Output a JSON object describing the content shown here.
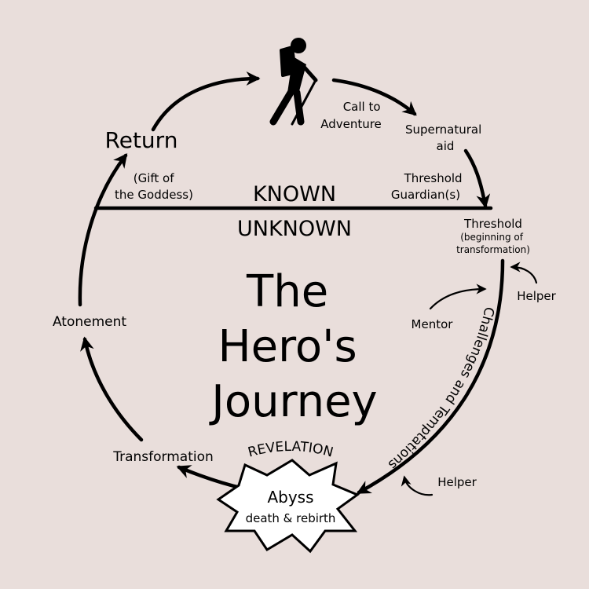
{
  "title": [
    "The",
    "Hero's",
    "Journey"
  ],
  "divider": {
    "above": "KNOWN",
    "below": "UNKNOWN"
  },
  "stages": {
    "call": [
      "Call to",
      "Adventure"
    ],
    "aid": [
      "Supernatural",
      "aid"
    ],
    "guardian": [
      "Threshold",
      "Guardian(s)"
    ],
    "threshold": "Threshold",
    "threshold_note": [
      "(beginning of",
      "transformation)"
    ],
    "helper_top": "Helper",
    "mentor": "Mentor",
    "challenges": "Challenges and Temptations",
    "helper_bottom": "Helper",
    "revelation": "REVELATION",
    "abyss": "Abyss",
    "abyss_note": "death & rebirth",
    "transformation": "Transformation",
    "atonement": "Atonement",
    "return": "Return",
    "gift": [
      "(Gift of",
      "the Goddess)"
    ]
  },
  "colors": {
    "background": "#e9dedb",
    "ink": "#000000",
    "abyss_fill": "#ffffff"
  },
  "icons": {
    "hero": "hiker-icon",
    "arrow": "arrowhead"
  }
}
